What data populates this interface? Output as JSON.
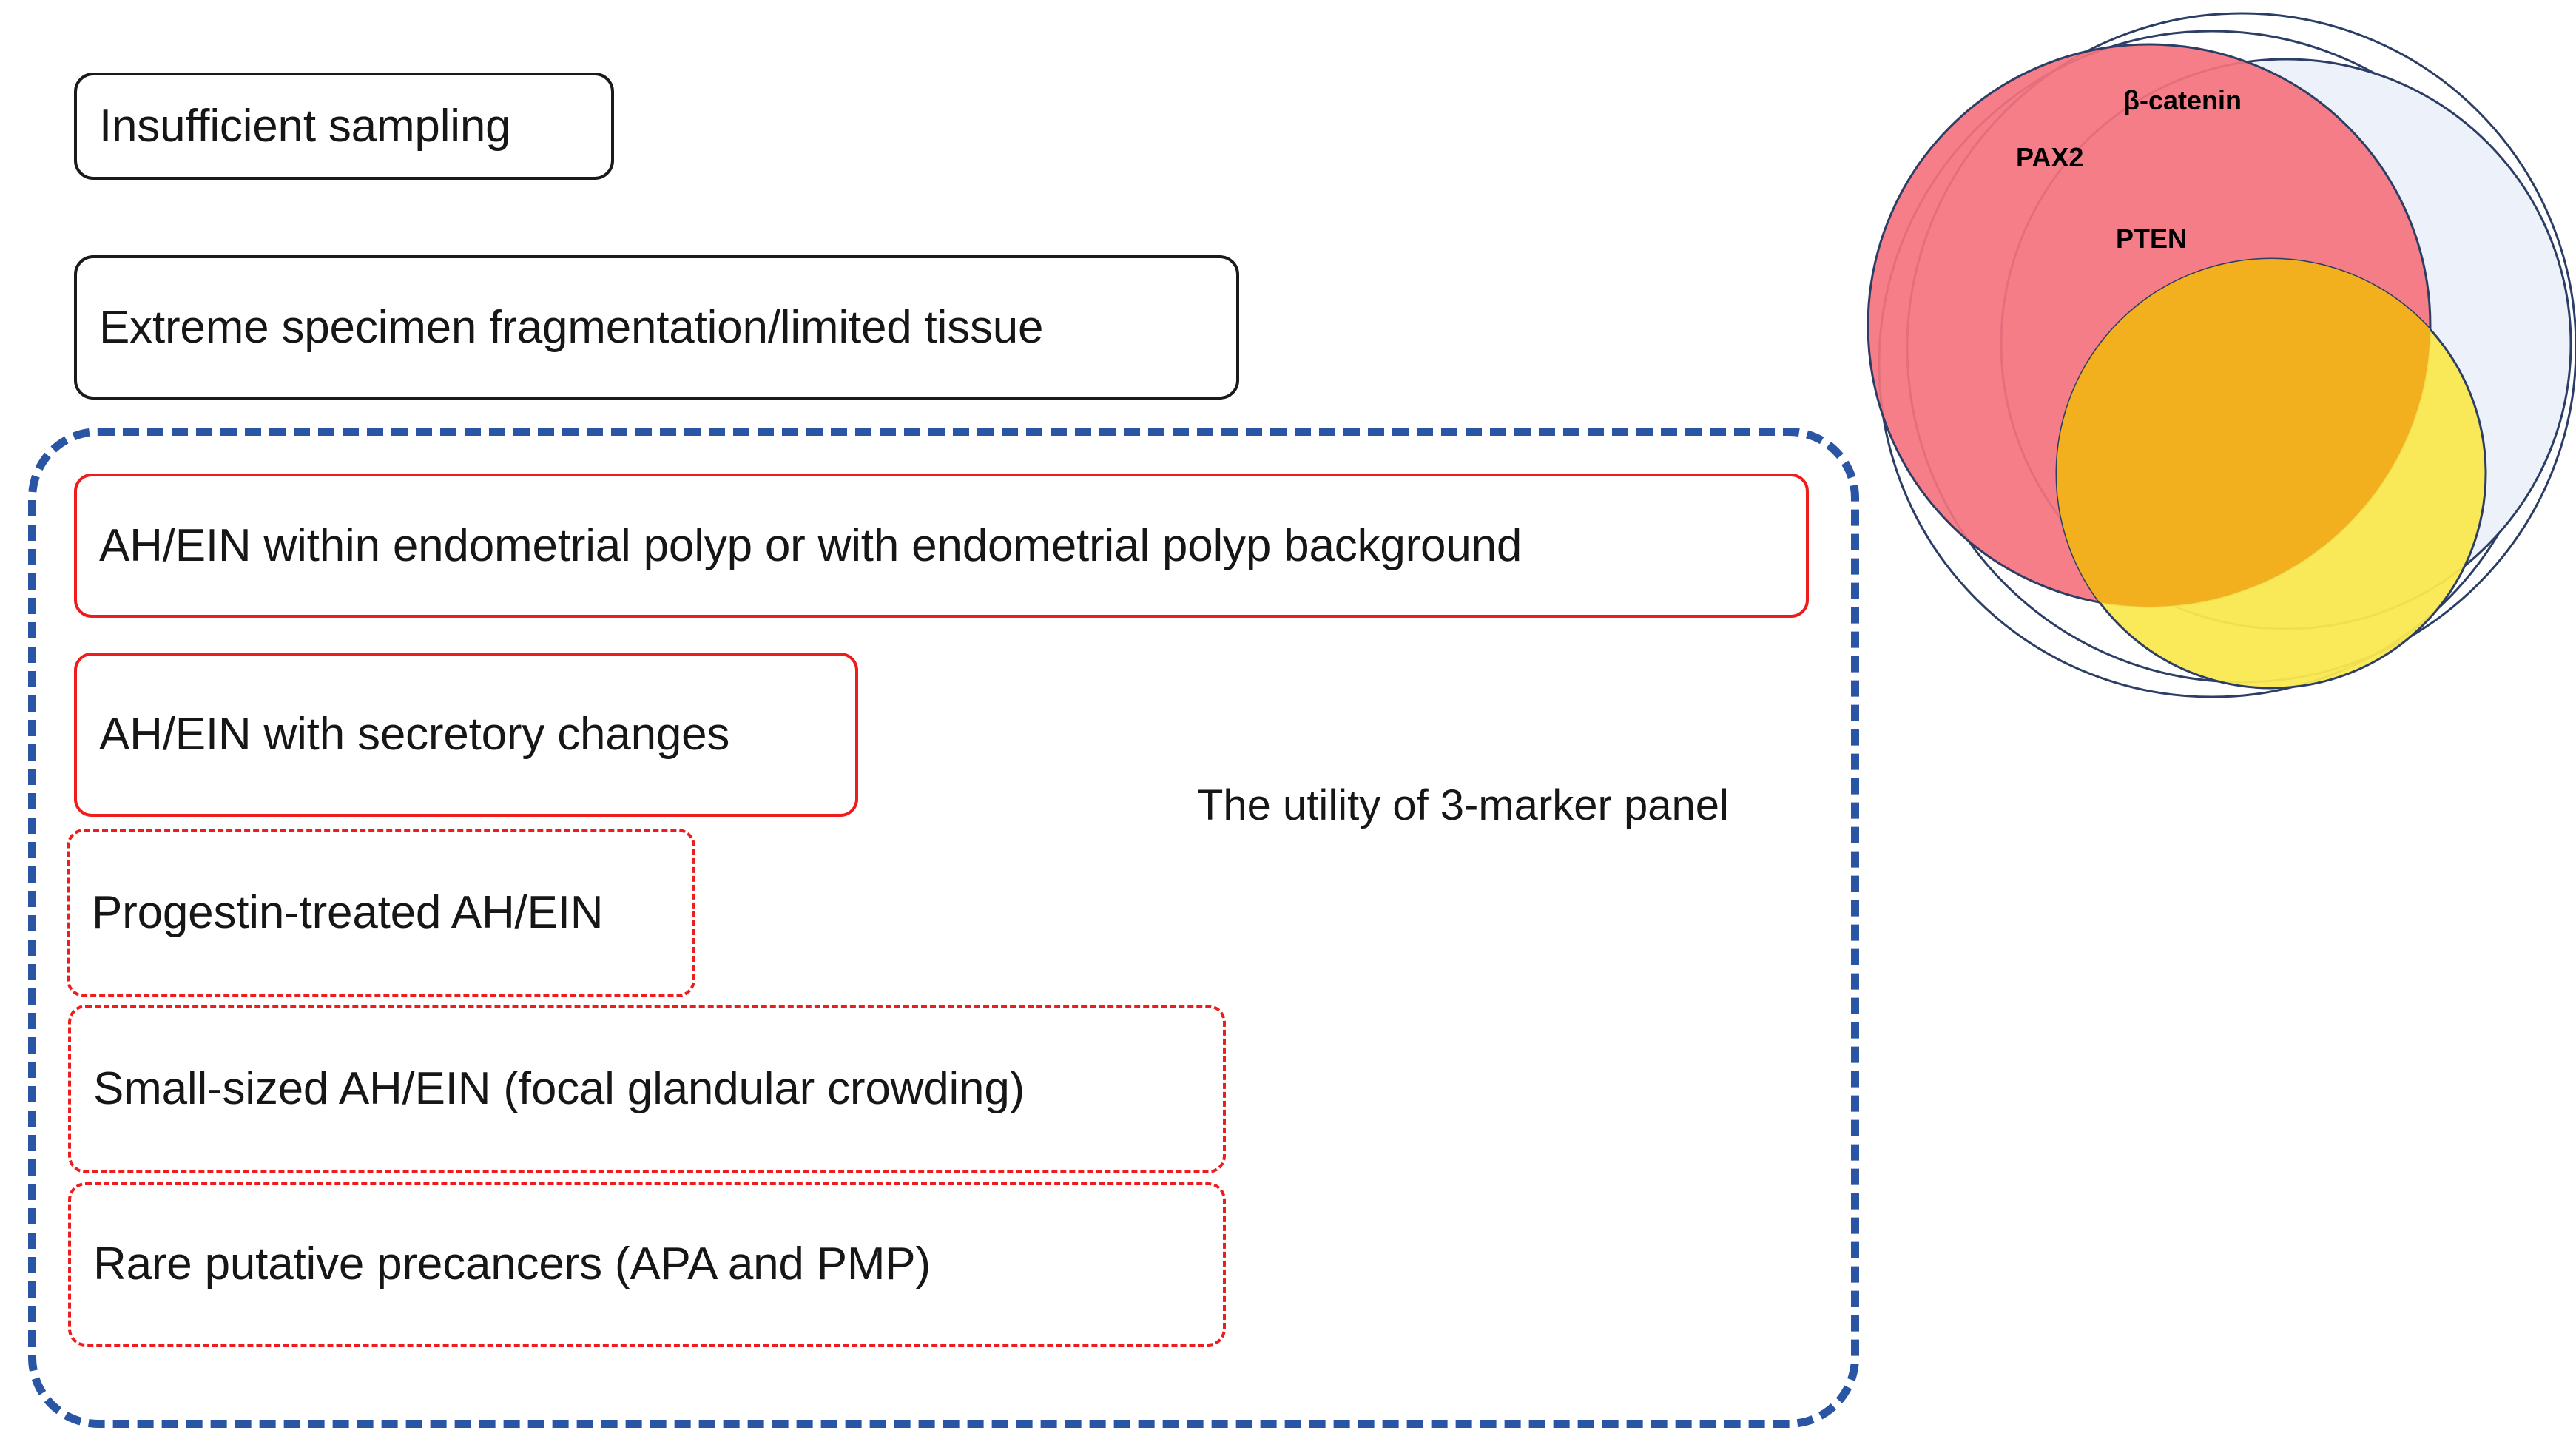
{
  "diagram": {
    "title_caption": "The utility of 3-marker panel",
    "limitation_boxes": [
      {
        "label": "Insufficient sampling",
        "style": "black-solid"
      },
      {
        "label": "Extreme specimen fragmentation/limited tissue",
        "style": "black-solid"
      }
    ],
    "grouped_boxes": [
      {
        "label": "AH/EIN within endometrial polyp or with endometrial polyp background",
        "style": "red-solid"
      },
      {
        "label": "AH/EIN with secretory changes",
        "style": "red-solid"
      },
      {
        "label": "Progestin-treated AH/EIN",
        "style": "red-dashed"
      },
      {
        "label": "Small-sized AH/EIN (focal glandular crowding)",
        "style": "red-dashed"
      },
      {
        "label": "Rare putative precancers (APA and PMP)",
        "style": "red-dashed"
      }
    ],
    "group_border_color": "#2A54A4",
    "box_border_color_red": "#EE1C1C",
    "box_border_color_black": "#1a1a1a"
  },
  "venn": {
    "sets": [
      {
        "name": "PAX2",
        "color": "#F4737E"
      },
      {
        "name": "β-catenin",
        "color": "#EDF1F9"
      },
      {
        "name": "PTEN",
        "color": "#FAE84F"
      }
    ],
    "overlap_color_pax2_pten": "#F2B01E",
    "outline_color": "#2C3E66",
    "outer_ring_count": 2
  },
  "chart_data": {
    "type": "venn",
    "title": "The utility of 3-marker panel",
    "sets": [
      "PAX2",
      "β-catenin",
      "PTEN"
    ],
    "set_colors": [
      "#F4737E",
      "#EDF1F9",
      "#FAE84F"
    ],
    "labels": [
      "PAX2",
      "β-catenin",
      "PTEN"
    ],
    "legend": "none",
    "notes": "Three overlapping markers enclosed by two thin outer rings"
  }
}
